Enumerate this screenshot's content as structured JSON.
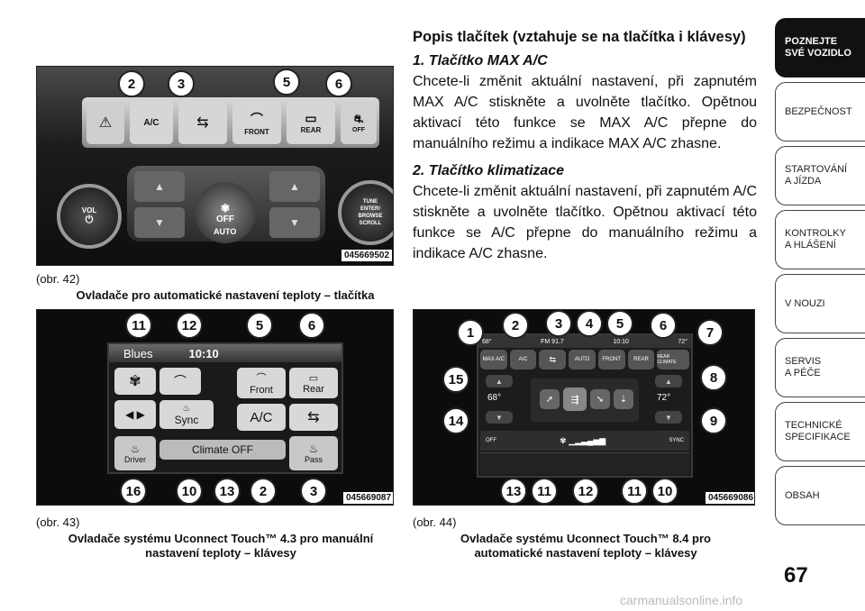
{
  "heading": "Popis tlačítek (vztahuje se na tlačítka i klávesy)",
  "sections": [
    {
      "title": "1.  Tlačítko MAX A/C",
      "body": "Chcete-li změnit aktuální nastavení, při zapnutém MAX A/C stiskněte a uvolněte tlačítko. Opětnou aktivací této funkce se MAX A/C přepne do manuálního režimu a indikace MAX A/C zhasne."
    },
    {
      "title": "2.  Tlačítko klimatizace",
      "body": "Chcete-li změnit aktuální nastavení, při zapnutém A/C stiskněte a uvolněte tlačítko. Opětnou aktivací této funkce se A/C přepne do manuálního režimu a indikace A/C zhasne."
    }
  ],
  "figures": [
    {
      "label": "(obr. 42)",
      "caption": "Ovladače pro automatické nastavení teploty – tlačítka",
      "code": "045669502",
      "callouts": [
        "2",
        "3",
        "5",
        "6"
      ],
      "ui": {
        "ac": "A/C",
        "front": "FRONT",
        "rear": "REAR",
        "off_small": "OFF",
        "vol": "VOL",
        "off": "OFF",
        "auto": "AUTO",
        "tune": "TUNE",
        "enter": "ENTER/",
        "browse": "BROWSE",
        "scroll": "SCROLL"
      }
    },
    {
      "label": "(obr. 43)",
      "caption": "Ovladače systému Uconnect Touch™ 4.3 pro manuální nastavení teploty – klávesy",
      "code": "045669087",
      "callouts_top": [
        "11",
        "12",
        "5",
        "6"
      ],
      "callouts_bottom": [
        "16",
        "10",
        "13",
        "2",
        "3"
      ],
      "ui": {
        "blues": "Blues",
        "time": "10:10",
        "front": "Front",
        "rear": "Rear",
        "sync": "Sync",
        "ac": "A/C",
        "climate_off": "Climate OFF",
        "driver": "Driver",
        "pass": "Pass"
      }
    },
    {
      "label": "(obr. 44)",
      "caption": "Ovladače systému Uconnect Touch™ 8.4 pro automatické nastavení teploty – klávesy",
      "code": "045669086",
      "callouts_top": [
        "1",
        "2",
        "3",
        "4",
        "5",
        "6",
        "7"
      ],
      "callouts_left": [
        "15",
        "14"
      ],
      "callouts_right": [
        "8",
        "9"
      ],
      "callouts_bottom": [
        "13",
        "11",
        "12",
        "11",
        "10"
      ],
      "ui": {
        "temp_left_top": "68°",
        "station": "FM 91.7",
        "time": "10:10",
        "temp_right_top": "72°",
        "max_ac": "MAX A/C",
        "ac": "A/C",
        "auto": "AUTO",
        "front": "FRONT",
        "rear": "REAR",
        "rear_climate": "REAR CLIMATE",
        "temp_left": "68°",
        "temp_right": "72°",
        "off": "OFF",
        "sync": "SYNC"
      }
    }
  ],
  "tabs": [
    {
      "label": "POZNEJTE\nSVÉ VOZIDLO",
      "active": true
    },
    {
      "label": "BEZPEČNOST",
      "active": false
    },
    {
      "label": "STARTOVÁNÍ\nA JÍZDA",
      "active": false
    },
    {
      "label": "KONTROLKY\nA HLÁŠENÍ",
      "active": false
    },
    {
      "label": "V NOUZI",
      "active": false
    },
    {
      "label": "SERVIS\nA PÉČE",
      "active": false
    },
    {
      "label": "TECHNICKÉ\nSPECIFIKACE",
      "active": false
    },
    {
      "label": "OBSAH",
      "active": false
    }
  ],
  "page_number": "67",
  "watermark": "carmanualsonline.info"
}
